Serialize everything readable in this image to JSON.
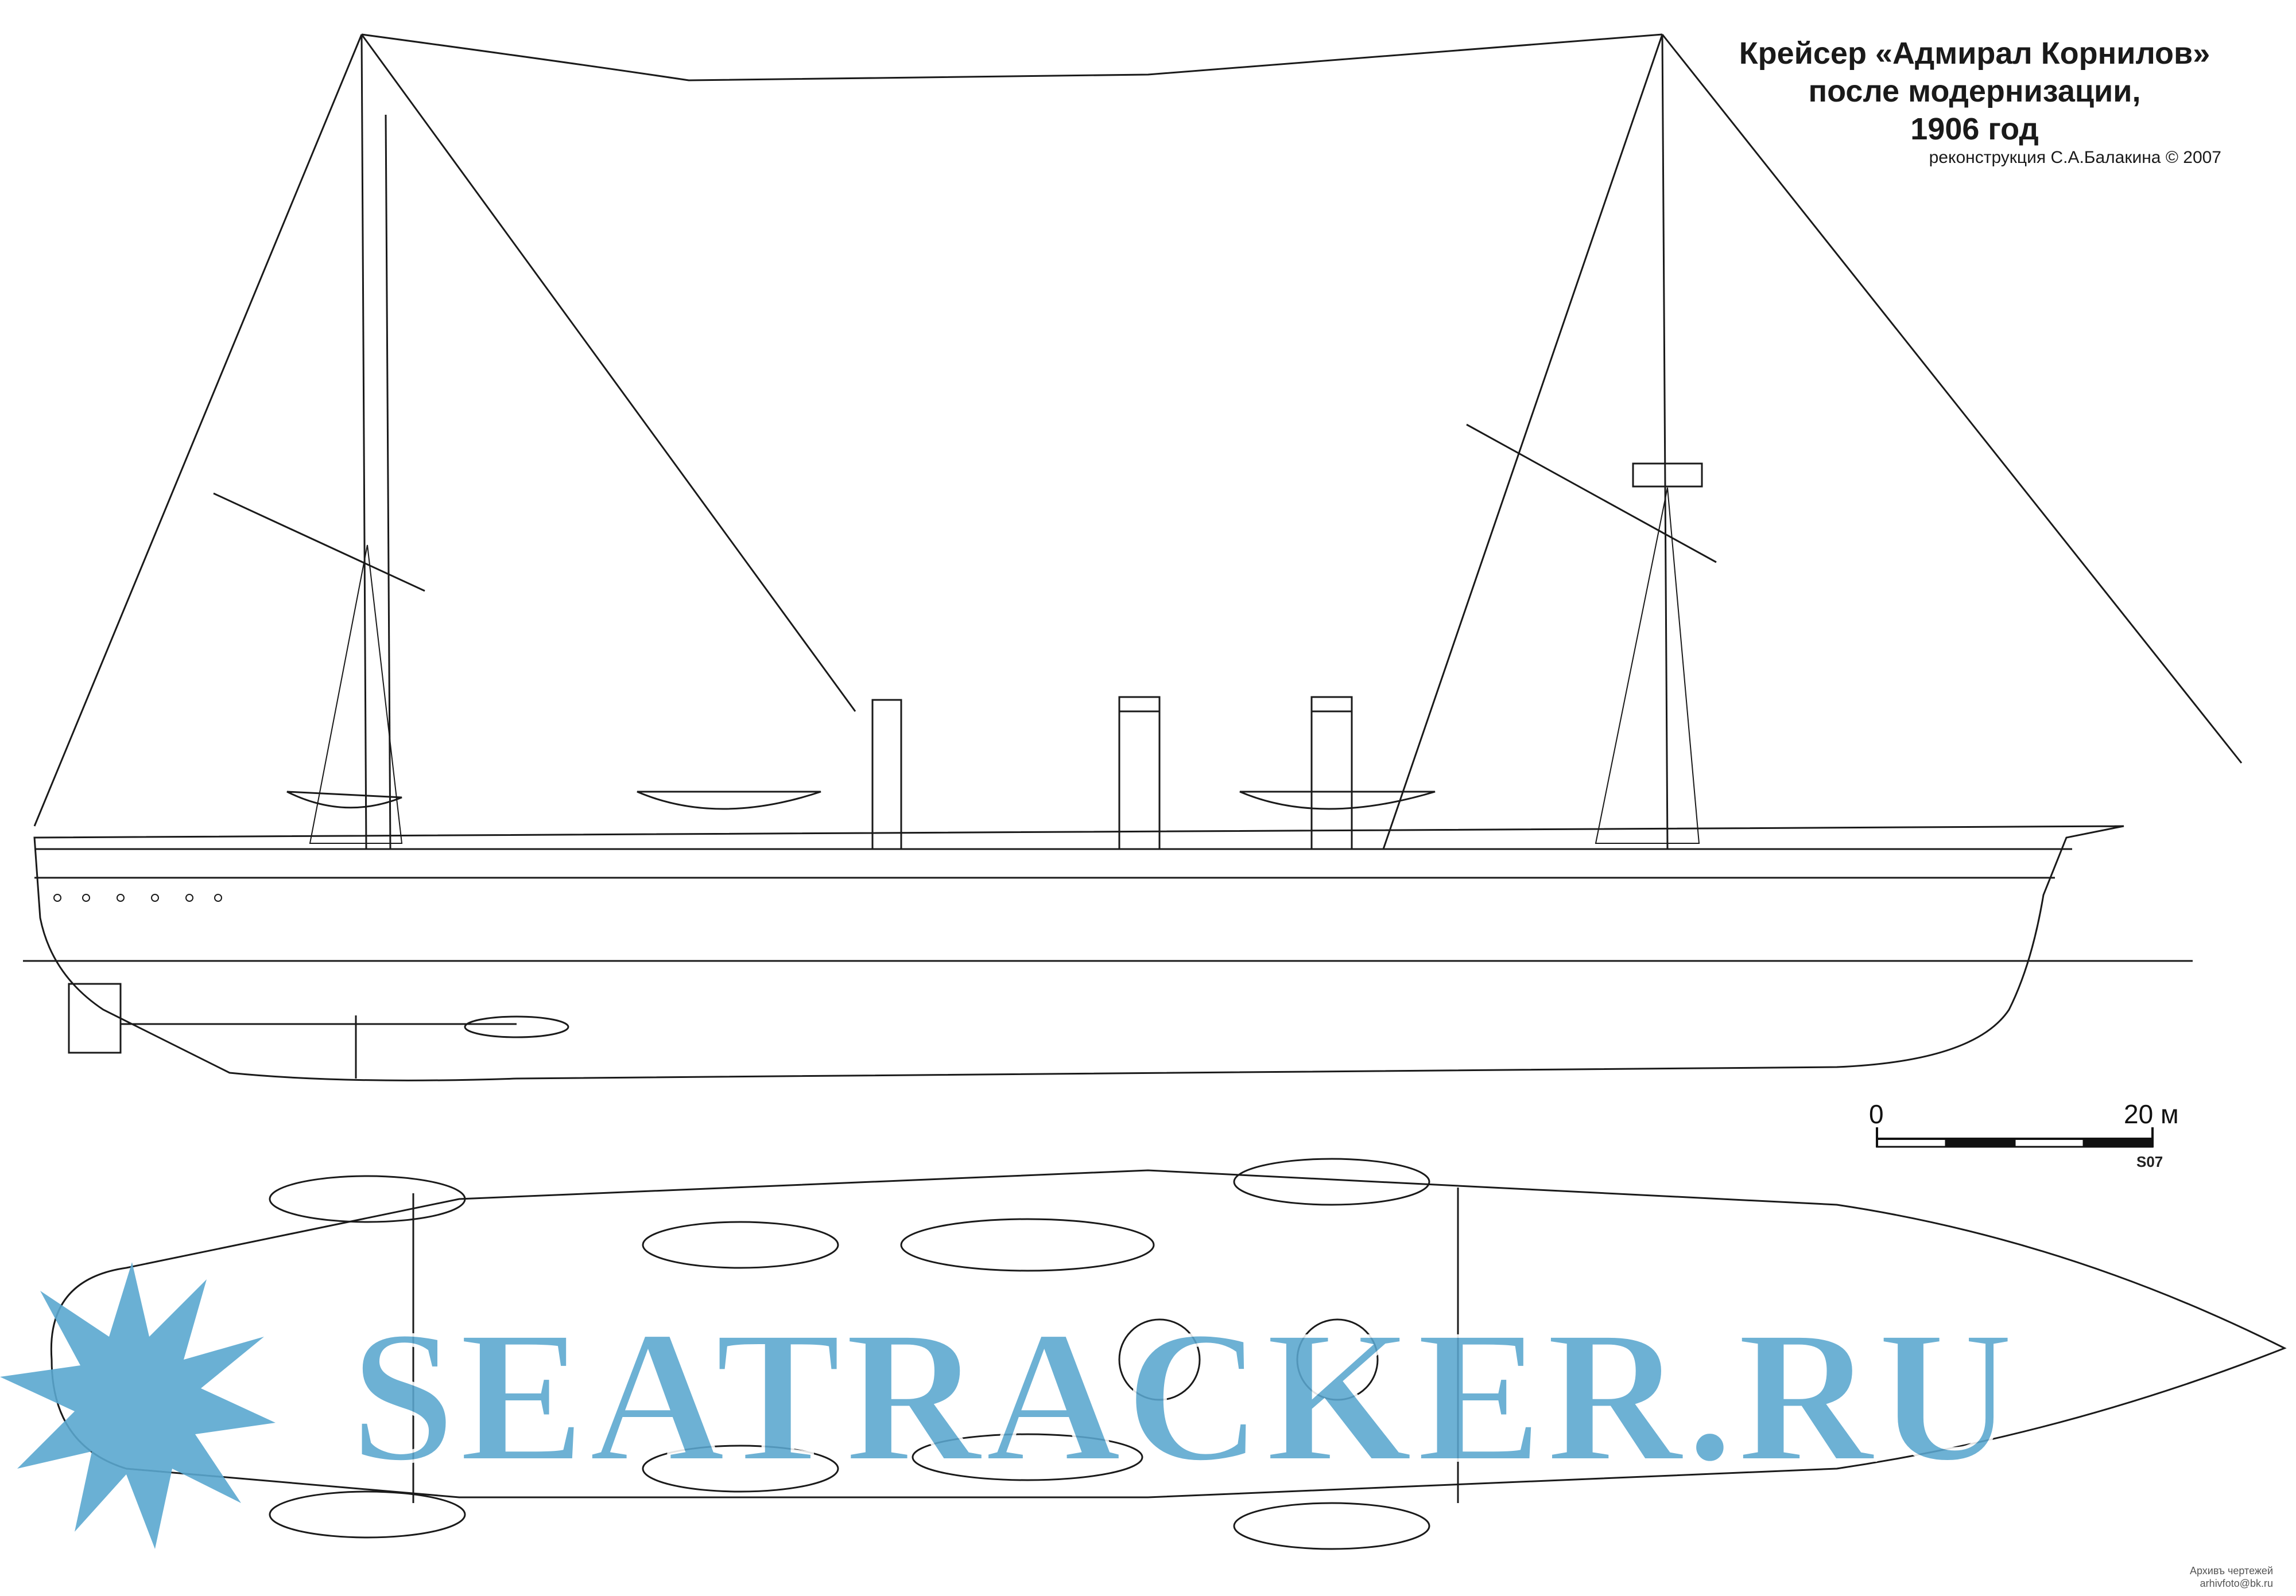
{
  "title": {
    "line1": "Крейсер «Адмирал Корнилов»",
    "line2": "после модернизации,",
    "line3": "1906 год"
  },
  "credit": "реконструкция С.А.Балакина © 2007",
  "scale": {
    "start_label": "0",
    "end_label": "20 м",
    "code": "S07"
  },
  "watermark": {
    "text": "SEATRACKER.RU",
    "color": "#5aa7cf"
  },
  "archive": {
    "line1": "Архивъ чертежей",
    "line2": "arhivfoto@bk.ru"
  },
  "colors": {
    "ink": "#1a1a1a",
    "watermark": "#5aa7cf",
    "background": "#ffffff"
  }
}
